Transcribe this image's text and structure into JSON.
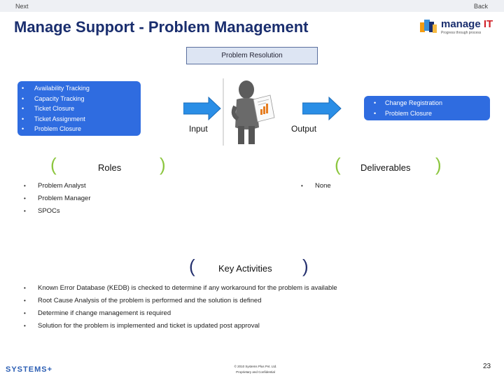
{
  "nav": {
    "next": "Next",
    "back": "Back"
  },
  "title": "Manage Support - Problem Management",
  "logo": {
    "brand_main": "manage",
    "brand_it": "IT",
    "tagline": "Progress through process"
  },
  "process": {
    "center_label": "Problem Resolution",
    "input_label": "Input",
    "output_label": "Output",
    "inputs": [
      "Availability Tracking",
      "Capacity Tracking",
      "Ticket Closure",
      "Ticket Assignment",
      "Problem Closure"
    ],
    "outputs": [
      "Change Registration",
      "Problem Closure"
    ]
  },
  "roles": {
    "title": "Roles",
    "items": [
      "Problem Analyst",
      "Problem Manager",
      "SPOCs"
    ]
  },
  "deliverables": {
    "title": "Deliverables",
    "items": [
      "None"
    ]
  },
  "key_activities": {
    "title": "Key Activities",
    "items": [
      "Known Error Database (KEDB) is checked to determine if any workaround for the problem is  available",
      "Root Cause Analysis of the problem  is performed and the solution is defined",
      "Determine if change management is required",
      "Solution for the problem is implemented and ticket is updated  post approval"
    ]
  },
  "footer": {
    "brand": "SYSTEMS",
    "brand_plus": "+",
    "copyright_line1": "© 2010 Systems Plus Pvt. Ltd.",
    "copyright_line2": "Proprietary and Confidential",
    "page_number": "23"
  },
  "bullet_char": "•",
  "colors": {
    "title": "#1a2e6e",
    "blue_box": "#2f6ce0",
    "arrow": "#2a8ee6",
    "bracket_green": "#8cc63f",
    "bracket_navy": "#24306e"
  }
}
